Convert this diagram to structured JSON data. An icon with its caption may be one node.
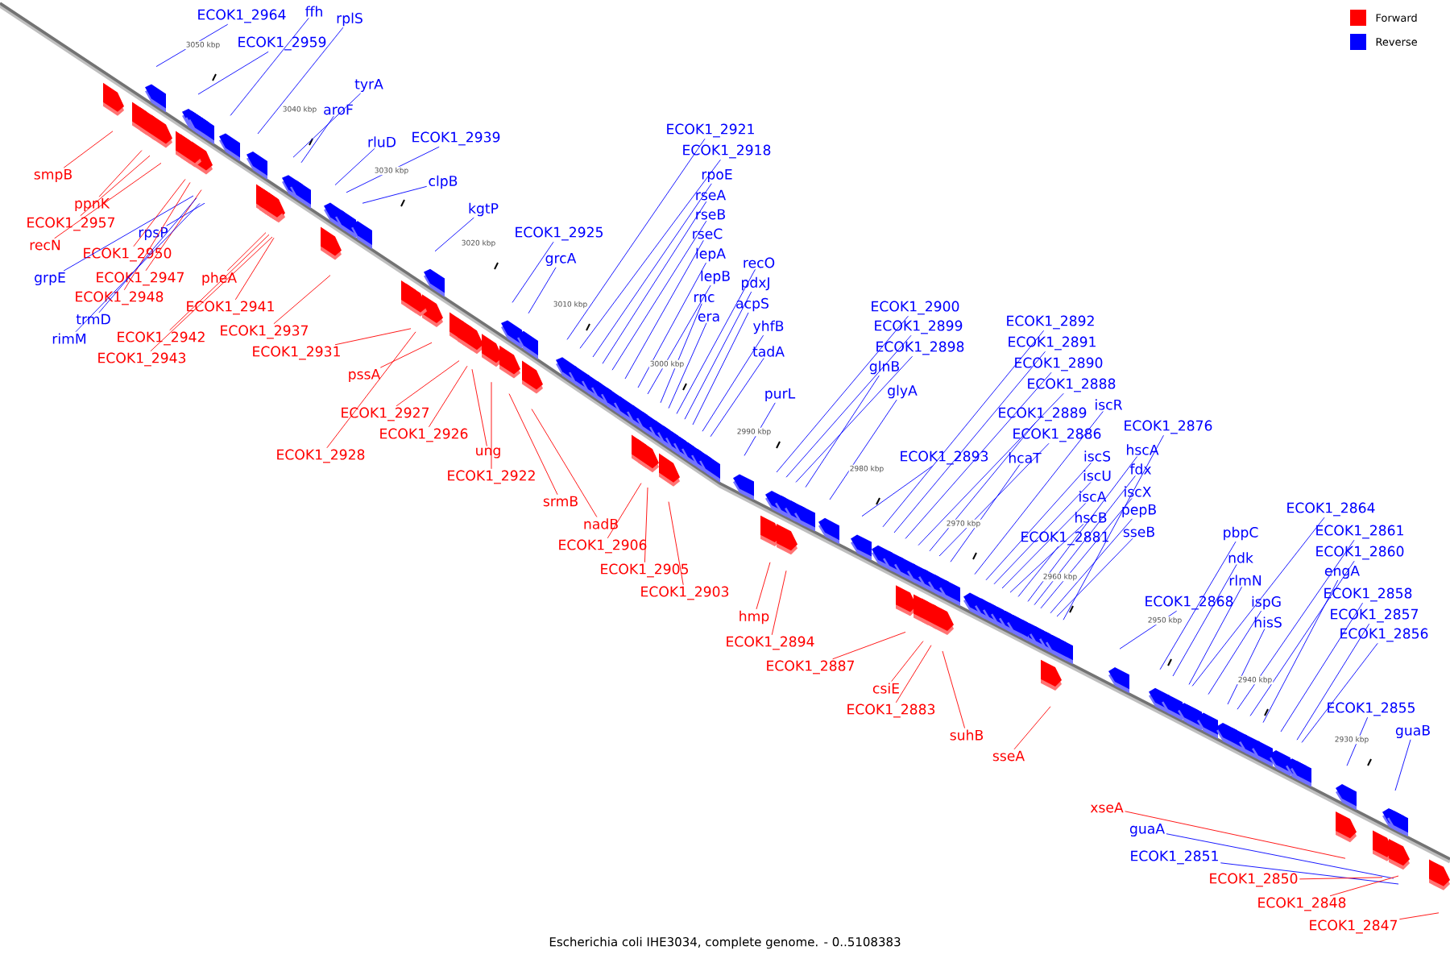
{
  "diagram": {
    "caption": "Escherichia coli IHE3034, complete genome. - 0..5108383",
    "nodes": [
      {
        "text": [
          "ECOK1_2964"
        ]
      },
      {
        "text": [
          "ffh"
        ]
      },
      {
        "text": [
          "rplS"
        ]
      },
      {
        "text": [
          "ECOK1_2959"
        ]
      },
      {
        "text": [
          "tyrA"
        ]
      },
      {
        "text": [
          "aroF"
        ]
      },
      {
        "text": [
          "rluD"
        ]
      },
      {
        "text": [
          "ECOK1_2939"
        ]
      },
      {
        "text": [
          "clpB"
        ]
      },
      {
        "text": [
          "kgtP"
        ]
      },
      {
        "text": [
          "ECOK1_2925"
        ]
      },
      {
        "text": [
          "grcA"
        ]
      },
      {
        "text": [
          "ECOK1_2921"
        ]
      },
      {
        "text": [
          "ECOK1_2918"
        ]
      },
      {
        "text": [
          "rpoE"
        ]
      },
      {
        "text": [
          "rseA"
        ]
      },
      {
        "text": [
          "rseB"
        ]
      },
      {
        "text": [
          "rseC"
        ]
      },
      {
        "text": [
          "lepA"
        ]
      },
      {
        "text": [
          "lepB"
        ]
      },
      {
        "text": [
          "rnc"
        ]
      },
      {
        "text": [
          "era"
        ]
      },
      {
        "text": [
          "recO"
        ]
      },
      {
        "text": [
          "pdxJ"
        ]
      },
      {
        "text": [
          "acpS"
        ]
      },
      {
        "text": [
          "yhfB"
        ]
      },
      {
        "text": [
          "tadA"
        ]
      },
      {
        "text": [
          "purL"
        ]
      },
      {
        "text": [
          "ECOK1_2900"
        ]
      },
      {
        "text": [
          "ECOK1_2899"
        ]
      },
      {
        "text": [
          "ECOK1_2898"
        ]
      },
      {
        "text": [
          "glnB"
        ]
      },
      {
        "text": [
          "glyA"
        ]
      },
      {
        "text": [
          "ECOK1_2892"
        ]
      },
      {
        "text": [
          "ECOK1_2891"
        ]
      },
      {
        "text": [
          "ECOK1_2890"
        ]
      },
      {
        "text": [
          "ECOK1_2888"
        ]
      },
      {
        "text": [
          "ECOK1_2889"
        ]
      },
      {
        "text": [
          "iscR"
        ]
      },
      {
        "text": [
          "ECOK1_2886"
        ]
      },
      {
        "text": [
          "ECOK1_2876"
        ]
      },
      {
        "text": [
          "ECOK1_2893"
        ]
      },
      {
        "text": [
          "hcaT"
        ]
      },
      {
        "text": [
          "iscS"
        ]
      },
      {
        "text": [
          "hscA"
        ]
      },
      {
        "text": [
          "iscU"
        ]
      },
      {
        "text": [
          "fdx"
        ]
      },
      {
        "text": [
          "iscA"
        ]
      },
      {
        "text": [
          "iscX"
        ]
      },
      {
        "text": [
          "hscB"
        ]
      },
      {
        "text": [
          "pepB"
        ]
      },
      {
        "text": [
          "ECOK1_2881"
        ]
      },
      {
        "text": [
          "sseB"
        ]
      },
      {
        "text": [
          "ECOK1_2864"
        ]
      },
      {
        "text": [
          "pbpC"
        ]
      },
      {
        "text": [
          "ECOK1_2861"
        ]
      },
      {
        "text": [
          "ndk"
        ]
      },
      {
        "text": [
          "ECOK1_2860"
        ]
      },
      {
        "text": [
          "engA"
        ]
      },
      {
        "text": [
          "rlmN"
        ]
      },
      {
        "text": [
          "ECOK1_2868"
        ]
      },
      {
        "text": [
          "ispG"
        ]
      },
      {
        "text": [
          "ECOK1_2858"
        ]
      },
      {
        "text": [
          "hisS"
        ]
      },
      {
        "text": [
          "ECOK1_2857"
        ]
      },
      {
        "text": [
          "ECOK1_2856"
        ]
      },
      {
        "text": [
          "ECOK1_2855"
        ]
      },
      {
        "text": [
          "guaB"
        ]
      },
      {
        "text": [
          "smpB"
        ]
      },
      {
        "text": [
          "ppnK"
        ]
      },
      {
        "text": [
          "ECOK1_2957"
        ]
      },
      {
        "text": [
          "recN"
        ]
      },
      {
        "text": [
          "grpE"
        ]
      },
      {
        "text": [
          "rpsP"
        ]
      },
      {
        "text": [
          "ECOK1_2950"
        ]
      },
      {
        "text": [
          "ECOK1_2947"
        ]
      },
      {
        "text": [
          "pheA"
        ]
      },
      {
        "text": [
          "ECOK1_2948"
        ]
      },
      {
        "text": [
          "trmD"
        ]
      },
      {
        "text": [
          "rimM"
        ]
      },
      {
        "text": [
          "ECOK1_2941"
        ]
      },
      {
        "text": [
          "ECOK1_2937"
        ]
      },
      {
        "text": [
          "ECOK1_2942"
        ]
      },
      {
        "text": [
          "ECOK1_2931"
        ]
      },
      {
        "text": [
          "ECOK1_2943"
        ]
      },
      {
        "text": [
          "pssA"
        ]
      },
      {
        "text": [
          "ECOK1_2927"
        ]
      },
      {
        "text": [
          "ECOK1_2926"
        ]
      },
      {
        "text": [
          "ECOK1_2928"
        ]
      },
      {
        "text": [
          "ung"
        ]
      },
      {
        "text": [
          "ECOK1_2922"
        ]
      },
      {
        "text": [
          "srmB"
        ]
      },
      {
        "text": [
          "nadB"
        ]
      },
      {
        "text": [
          "ECOK1_2906"
        ]
      },
      {
        "text": [
          "ECOK1_2905"
        ]
      },
      {
        "text": [
          "ECOK1_2903"
        ]
      },
      {
        "text": [
          "hmp"
        ]
      },
      {
        "text": [
          "ECOK1_2894"
        ]
      },
      {
        "text": [
          "ECOK1_2887"
        ]
      },
      {
        "text": [
          "csiE"
        ]
      },
      {
        "text": [
          "ECOK1_2883"
        ]
      },
      {
        "text": [
          "suhB"
        ]
      },
      {
        "text": [
          "sseA"
        ]
      },
      {
        "text": [
          "xseA"
        ]
      },
      {
        "text": [
          "guaA"
        ]
      },
      {
        "text": [
          "ECOK1_2851"
        ]
      },
      {
        "text": [
          "ECOK1_2850"
        ]
      },
      {
        "text": [
          "ECOK1_2848"
        ]
      },
      {
        "text": [
          "ECOK1_2847"
        ]
      }
    ],
    "edges": [
      {
        "from": 0,
        "to": null,
        "arrow": "none",
        "color": "#0000ff"
      },
      {
        "from": 1,
        "to": null,
        "arrow": "none",
        "color": "#0000ff"
      },
      {
        "from": 2,
        "to": null,
        "arrow": "none",
        "color": "#0000ff"
      },
      {
        "from": 3,
        "to": null,
        "arrow": "none",
        "color": "#0000ff"
      },
      {
        "from": 4,
        "to": null,
        "arrow": "none",
        "color": "#0000ff"
      },
      {
        "from": 5,
        "to": null,
        "arrow": "none",
        "color": "#0000ff"
      },
      {
        "from": 6,
        "to": null,
        "arrow": "none",
        "color": "#0000ff"
      },
      {
        "from": 7,
        "to": null,
        "arrow": "none",
        "color": "#0000ff"
      },
      {
        "from": 8,
        "to": null,
        "arrow": "none",
        "color": "#0000ff"
      },
      {
        "from": 9,
        "to": null,
        "arrow": "none",
        "color": "#0000ff"
      },
      {
        "from": 10,
        "to": null,
        "arrow": "none",
        "color": "#0000ff"
      },
      {
        "from": 11,
        "to": null,
        "arrow": "none",
        "color": "#0000ff"
      },
      {
        "from": 12,
        "to": null,
        "arrow": "none",
        "color": "#0000ff"
      },
      {
        "from": 13,
        "to": null,
        "arrow": "none",
        "color": "#0000ff"
      },
      {
        "from": 14,
        "to": null,
        "arrow": "none",
        "color": "#0000ff"
      },
      {
        "from": 15,
        "to": null,
        "arrow": "none",
        "color": "#0000ff"
      },
      {
        "from": 16,
        "to": null,
        "arrow": "none",
        "color": "#0000ff"
      },
      {
        "from": 17,
        "to": null,
        "arrow": "none",
        "color": "#0000ff"
      },
      {
        "from": 18,
        "to": null,
        "arrow": "none",
        "color": "#0000ff"
      },
      {
        "from": 19,
        "to": null,
        "arrow": "none",
        "color": "#0000ff"
      },
      {
        "from": 20,
        "to": null,
        "arrow": "none",
        "color": "#0000ff"
      },
      {
        "from": 21,
        "to": null,
        "arrow": "none",
        "color": "#0000ff"
      },
      {
        "from": 22,
        "to": null,
        "arrow": "none",
        "color": "#0000ff"
      },
      {
        "from": 23,
        "to": null,
        "arrow": "none",
        "color": "#0000ff"
      },
      {
        "from": 24,
        "to": null,
        "arrow": "none",
        "color": "#0000ff"
      },
      {
        "from": 25,
        "to": null,
        "arrow": "none",
        "color": "#0000ff"
      },
      {
        "from": 26,
        "to": null,
        "arrow": "none",
        "color": "#0000ff"
      },
      {
        "from": 27,
        "to": null,
        "arrow": "none",
        "color": "#0000ff"
      },
      {
        "from": 28,
        "to": null,
        "arrow": "none",
        "color": "#0000ff"
      },
      {
        "from": 29,
        "to": null,
        "arrow": "none",
        "color": "#0000ff"
      },
      {
        "from": 30,
        "to": null,
        "arrow": "none",
        "color": "#0000ff"
      },
      {
        "from": 31,
        "to": null,
        "arrow": "none",
        "color": "#0000ff"
      },
      {
        "from": 32,
        "to": null,
        "arrow": "none",
        "color": "#0000ff"
      },
      {
        "from": 33,
        "to": null,
        "arrow": "none",
        "color": "#0000ff"
      },
      {
        "from": 34,
        "to": null,
        "arrow": "none",
        "color": "#0000ff"
      },
      {
        "from": 35,
        "to": null,
        "arrow": "none",
        "color": "#0000ff"
      },
      {
        "from": 36,
        "to": null,
        "arrow": "none",
        "color": "#0000ff"
      },
      {
        "from": 37,
        "to": null,
        "arrow": "none",
        "color": "#0000ff"
      },
      {
        "from": 38,
        "to": null,
        "arrow": "none",
        "color": "#0000ff"
      },
      {
        "from": 39,
        "to": null,
        "arrow": "none",
        "color": "#0000ff"
      },
      {
        "from": 40,
        "to": null,
        "arrow": "none",
        "color": "#0000ff"
      },
      {
        "from": 41,
        "to": null,
        "arrow": "none",
        "color": "#0000ff"
      },
      {
        "from": 42,
        "to": null,
        "arrow": "none",
        "color": "#0000ff"
      },
      {
        "from": 43,
        "to": null,
        "arrow": "none",
        "color": "#0000ff"
      },
      {
        "from": 44,
        "to": null,
        "arrow": "none",
        "color": "#0000ff"
      },
      {
        "from": 45,
        "to": null,
        "arrow": "none",
        "color": "#0000ff"
      },
      {
        "from": 46,
        "to": null,
        "arrow": "none",
        "color": "#0000ff"
      },
      {
        "from": 47,
        "to": null,
        "arrow": "none",
        "color": "#0000ff"
      },
      {
        "from": 48,
        "to": null,
        "arrow": "none",
        "color": "#0000ff"
      },
      {
        "from": 49,
        "to": null,
        "arrow": "none",
        "color": "#0000ff"
      },
      {
        "from": 50,
        "to": null,
        "arrow": "none",
        "color": "#0000ff"
      },
      {
        "from": 51,
        "to": null,
        "arrow": "none",
        "color": "#0000ff"
      },
      {
        "from": 52,
        "to": null,
        "arrow": "none",
        "color": "#0000ff"
      },
      {
        "from": 53,
        "to": null,
        "arrow": "none",
        "color": "#0000ff"
      },
      {
        "from": 54,
        "to": null,
        "arrow": "none",
        "color": "#0000ff"
      },
      {
        "from": 55,
        "to": null,
        "arrow": "none",
        "color": "#0000ff"
      },
      {
        "from": 56,
        "to": null,
        "arrow": "none",
        "color": "#0000ff"
      },
      {
        "from": 57,
        "to": null,
        "arrow": "none",
        "color": "#0000ff"
      },
      {
        "from": 58,
        "to": null,
        "arrow": "none",
        "color": "#0000ff"
      },
      {
        "from": 59,
        "to": null,
        "arrow": "none",
        "color": "#0000ff"
      },
      {
        "from": 60,
        "to": null,
        "arrow": "none",
        "color": "#0000ff"
      },
      {
        "from": 61,
        "to": null,
        "arrow": "none",
        "color": "#0000ff"
      },
      {
        "from": 62,
        "to": null,
        "arrow": "none",
        "color": "#0000ff"
      },
      {
        "from": 63,
        "to": null,
        "arrow": "none",
        "color": "#0000ff"
      },
      {
        "from": 64,
        "to": null,
        "arrow": "none",
        "color": "#0000ff"
      },
      {
        "from": 65,
        "to": null,
        "arrow": "none",
        "color": "#0000ff"
      },
      {
        "from": 66,
        "to": null,
        "arrow": "none",
        "color": "#0000ff"
      },
      {
        "from": 67,
        "to": null,
        "arrow": "none",
        "color": "#0000ff"
      },
      {
        "from": 68,
        "to": null,
        "arrow": "none",
        "color": "#ff0000"
      },
      {
        "from": 69,
        "to": null,
        "arrow": "none",
        "color": "#ff0000"
      },
      {
        "from": 70,
        "to": null,
        "arrow": "none",
        "color": "#ff0000"
      },
      {
        "from": 71,
        "to": null,
        "arrow": "none",
        "color": "#ff0000"
      },
      {
        "from": 72,
        "to": null,
        "arrow": "none",
        "color": "#0000ff"
      },
      {
        "from": 73,
        "to": null,
        "arrow": "none",
        "color": "#0000ff"
      },
      {
        "from": 74,
        "to": null,
        "arrow": "none",
        "color": "#ff0000"
      },
      {
        "from": 75,
        "to": null,
        "arrow": "none",
        "color": "#ff0000"
      },
      {
        "from": 76,
        "to": null,
        "arrow": "none",
        "color": "#ff0000"
      },
      {
        "from": 77,
        "to": null,
        "arrow": "none",
        "color": "#ff0000"
      },
      {
        "from": 78,
        "to": null,
        "arrow": "none",
        "color": "#0000ff"
      },
      {
        "from": 79,
        "to": null,
        "arrow": "none",
        "color": "#0000ff"
      },
      {
        "from": 80,
        "to": null,
        "arrow": "none",
        "color": "#ff0000"
      },
      {
        "from": 81,
        "to": null,
        "arrow": "none",
        "color": "#ff0000"
      },
      {
        "from": 82,
        "to": null,
        "arrow": "none",
        "color": "#ff0000"
      },
      {
        "from": 83,
        "to": null,
        "arrow": "none",
        "color": "#ff0000"
      },
      {
        "from": 84,
        "to": null,
        "arrow": "none",
        "color": "#ff0000"
      },
      {
        "from": 85,
        "to": null,
        "arrow": "none",
        "color": "#ff0000"
      },
      {
        "from": 86,
        "to": null,
        "arrow": "none",
        "color": "#ff0000"
      },
      {
        "from": 87,
        "to": null,
        "arrow": "none",
        "color": "#ff0000"
      },
      {
        "from": 88,
        "to": null,
        "arrow": "none",
        "color": "#ff0000"
      },
      {
        "from": 89,
        "to": null,
        "arrow": "none",
        "color": "#ff0000"
      },
      {
        "from": 90,
        "to": null,
        "arrow": "none",
        "color": "#ff0000"
      },
      {
        "from": 91,
        "to": null,
        "arrow": "none",
        "color": "#ff0000"
      },
      {
        "from": 92,
        "to": null,
        "arrow": "none",
        "color": "#ff0000"
      },
      {
        "from": 93,
        "to": null,
        "arrow": "none",
        "color": "#ff0000"
      },
      {
        "from": 94,
        "to": null,
        "arrow": "none",
        "color": "#ff0000"
      },
      {
        "from": 95,
        "to": null,
        "arrow": "none",
        "color": "#ff0000"
      },
      {
        "from": 96,
        "to": null,
        "arrow": "none",
        "color": "#ff0000"
      },
      {
        "from": 97,
        "to": null,
        "arrow": "none",
        "color": "#ff0000"
      },
      {
        "from": 98,
        "to": null,
        "arrow": "none",
        "color": "#ff0000"
      },
      {
        "from": 99,
        "to": null,
        "arrow": "none",
        "color": "#ff0000"
      },
      {
        "from": 100,
        "to": null,
        "arrow": "none",
        "color": "#ff0000"
      },
      {
        "from": 101,
        "to": null,
        "arrow": "none",
        "color": "#ff0000"
      },
      {
        "from": 102,
        "to": null,
        "arrow": "none",
        "color": "#ff0000"
      },
      {
        "from": 103,
        "to": null,
        "arrow": "none",
        "color": "#ff0000"
      },
      {
        "from": 104,
        "to": null,
        "arrow": "none",
        "color": "#0000ff"
      },
      {
        "from": 105,
        "to": null,
        "arrow": "none",
        "color": "#0000ff"
      },
      {
        "from": 106,
        "to": null,
        "arrow": "none",
        "color": "#ff0000"
      },
      {
        "from": 107,
        "to": null,
        "arrow": "none",
        "color": "#ff0000"
      },
      {
        "from": 108,
        "to": null,
        "arrow": "none",
        "color": "#ff0000"
      }
    ],
    "labels": [
      "3050 kbp",
      "3040 kbp",
      "3030 kbp",
      "3020 kbp",
      "3010 kbp",
      "3000 kbp",
      "2990 kbp",
      "2980 kbp",
      "2970 kbp",
      "2960 kbp",
      "2950 kbp",
      "2940 kbp",
      "2930 kbp"
    ],
    "legend": [
      {
        "text": "Forward",
        "color": "#ff0000"
      },
      {
        "text": "Reverse",
        "color": "#0000ff"
      }
    ]
  }
}
